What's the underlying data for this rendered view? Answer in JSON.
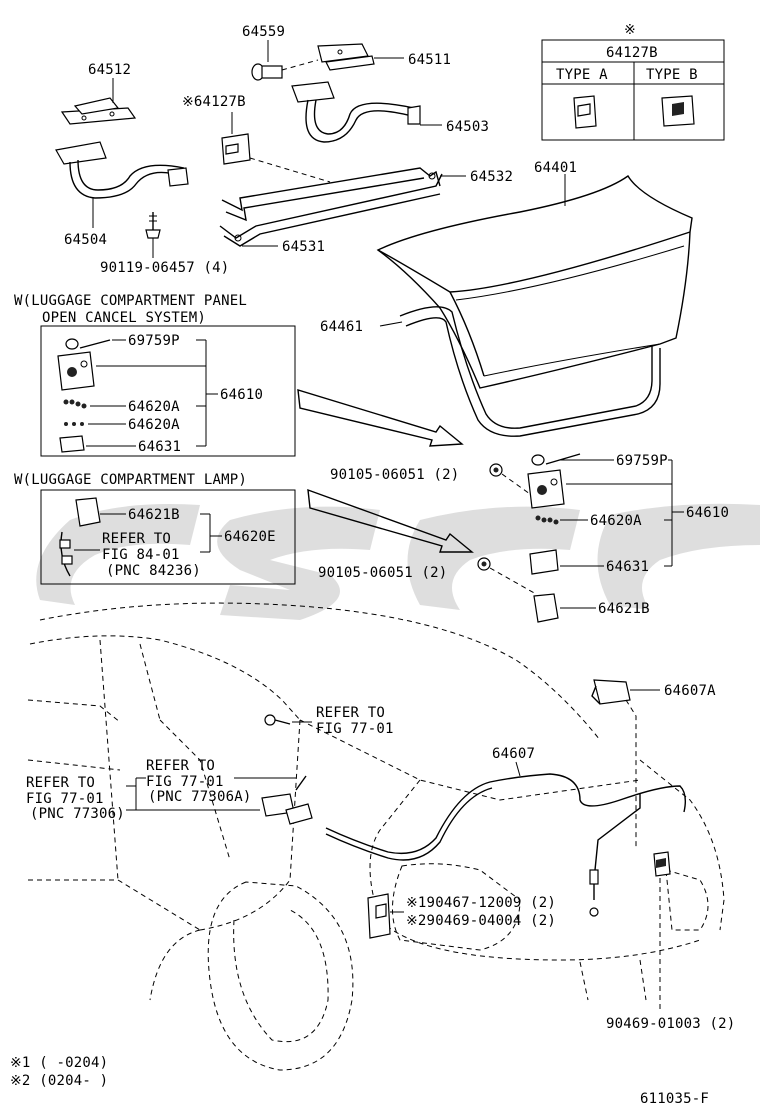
{
  "labels": {
    "p64559": "64559",
    "p64511": "64511",
    "p64512": "64512",
    "p64127b": "※64127B",
    "p64503": "64503",
    "p64532": "64532",
    "p64401": "64401",
    "p64504": "64504",
    "p64531": "64531",
    "p90119": "90119-06457 (4)",
    "p64461": "64461",
    "p69759p_a": "69759P",
    "p64610_a": "64610",
    "p64620a_1": "64620A",
    "p64620a_2": "64620A",
    "p64631_a": "64631",
    "p90105_a": "90105-06051 (2)",
    "p69759p_b": "69759P",
    "p64610_b": "64610",
    "p64621b_a": "64621B",
    "p64620e": "64620E",
    "p64620a_b": "64620A",
    "p90105_b": "90105-06051 (2)",
    "p64631_b": "64631",
    "p64621b_b": "64621B",
    "p64607a": "64607A",
    "p64607": "64607",
    "p90467": "※190467-12009 (2)",
    "p90469a": "※290469-04004 (2)",
    "p90469b": "90469-01003 (2)"
  },
  "type_table": {
    "note_mark": "※",
    "part": "64127B",
    "type_a": "TYPE A",
    "type_b": "TYPE B"
  },
  "box1": {
    "title_line1": "W(LUGGAGE COMPARTMENT PANEL",
    "title_line2": "OPEN CANCEL SYSTEM)"
  },
  "box2": {
    "title": "W(LUGGAGE COMPARTMENT LAMP)",
    "ref_line1": "REFER TO",
    "ref_line2": "FIG 84-01",
    "ref_line3": "(PNC 84236)"
  },
  "refs": {
    "r1_line1": "REFER TO",
    "r1_line2": "FIG 77-01",
    "r2_line1": "REFER TO",
    "r2_line2": "FIG 77-01",
    "r2_line3": "(PNC 77306A)",
    "r3_line1": "REFER TO",
    "r3_line2": "FIG 77-01",
    "r3_line3": "(PNC 77306)"
  },
  "footnotes": {
    "n1": "※1 (     -0204)",
    "n2": "※2 (0204-     )",
    "fig_code": "611035-F"
  }
}
